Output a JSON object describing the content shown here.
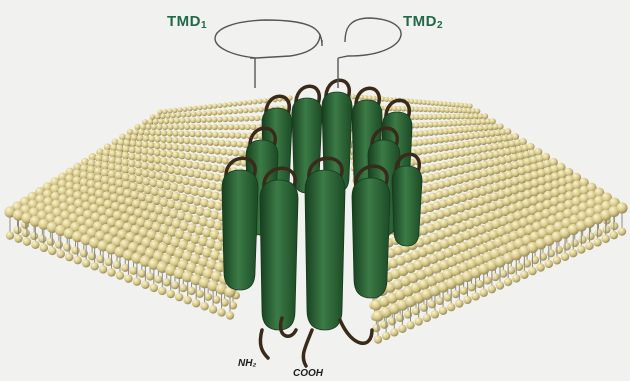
{
  "labels": {
    "tmd1": {
      "base": "TMD",
      "sub": "1"
    },
    "tmd2": {
      "base": "TMD",
      "sub": "2"
    },
    "n_terminus": "NH₂",
    "c_terminus": "COOH"
  },
  "colors": {
    "background": "#f1f1ef",
    "label_green": "#1f6a45",
    "lipid_head": "#d7c98a",
    "lipid_tail": "#8e8a7c",
    "helix": "#2f6a3a",
    "loop": "#3a2a1a",
    "bracket": "#555555"
  },
  "icons": {
    "membrane": "lipid-bilayer-icon",
    "protein": "transmembrane-helices-icon"
  }
}
